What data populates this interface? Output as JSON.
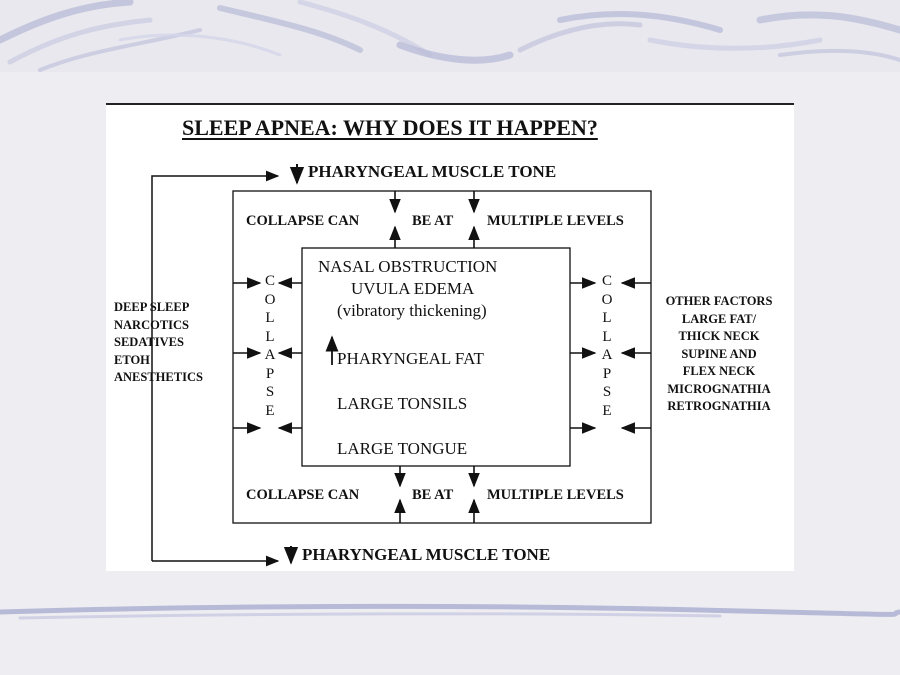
{
  "diagram": {
    "title": "SLEEP APNEA:  WHY DOES IT HAPPEN?",
    "top_muscle_tone": "PHARYNGEAL MUSCLE TONE",
    "bottom_muscle_tone": "PHARYNGEAL MUSCLE TONE",
    "top_row": {
      "collapse_can": "COLLAPSE CAN",
      "be_at": "BE AT",
      "multiple_levels": "MULTIPLE LEVELS"
    },
    "bottom_row": {
      "collapse_can": "COLLAPSE CAN",
      "be_at": "BE AT",
      "multiple_levels": "MULTIPLE LEVELS"
    },
    "inner": {
      "nasal_obstruction": "NASAL OBSTRUCTION",
      "uvula_edema": "UVULA EDEMA",
      "vibratory_thickening": "(vibratory thickening)",
      "pharyngeal_fat": "PHARYNGEAL FAT",
      "large_tonsils": "LARGE TONSILS",
      "large_tongue": "LARGE TONGUE"
    },
    "vertical_collapse_letters": [
      "C",
      "O",
      "L",
      "L",
      "A",
      "P",
      "S",
      "E"
    ],
    "left_factors": [
      "DEEP SLEEP",
      "NARCOTICS",
      "SEDATIVES",
      "ETOH",
      "ANESTHETICS"
    ],
    "right_factors": [
      "OTHER FACTORS",
      "LARGE FAT/",
      "THICK  NECK",
      "SUPINE AND",
      "FLEX NECK",
      "MICROGNATHIA",
      "RETROGNATHIA"
    ]
  },
  "colors": {
    "background": "#eeeef2",
    "accent_stroke": "#a9acd0",
    "panel": "#ffffff",
    "ink": "#111111"
  }
}
